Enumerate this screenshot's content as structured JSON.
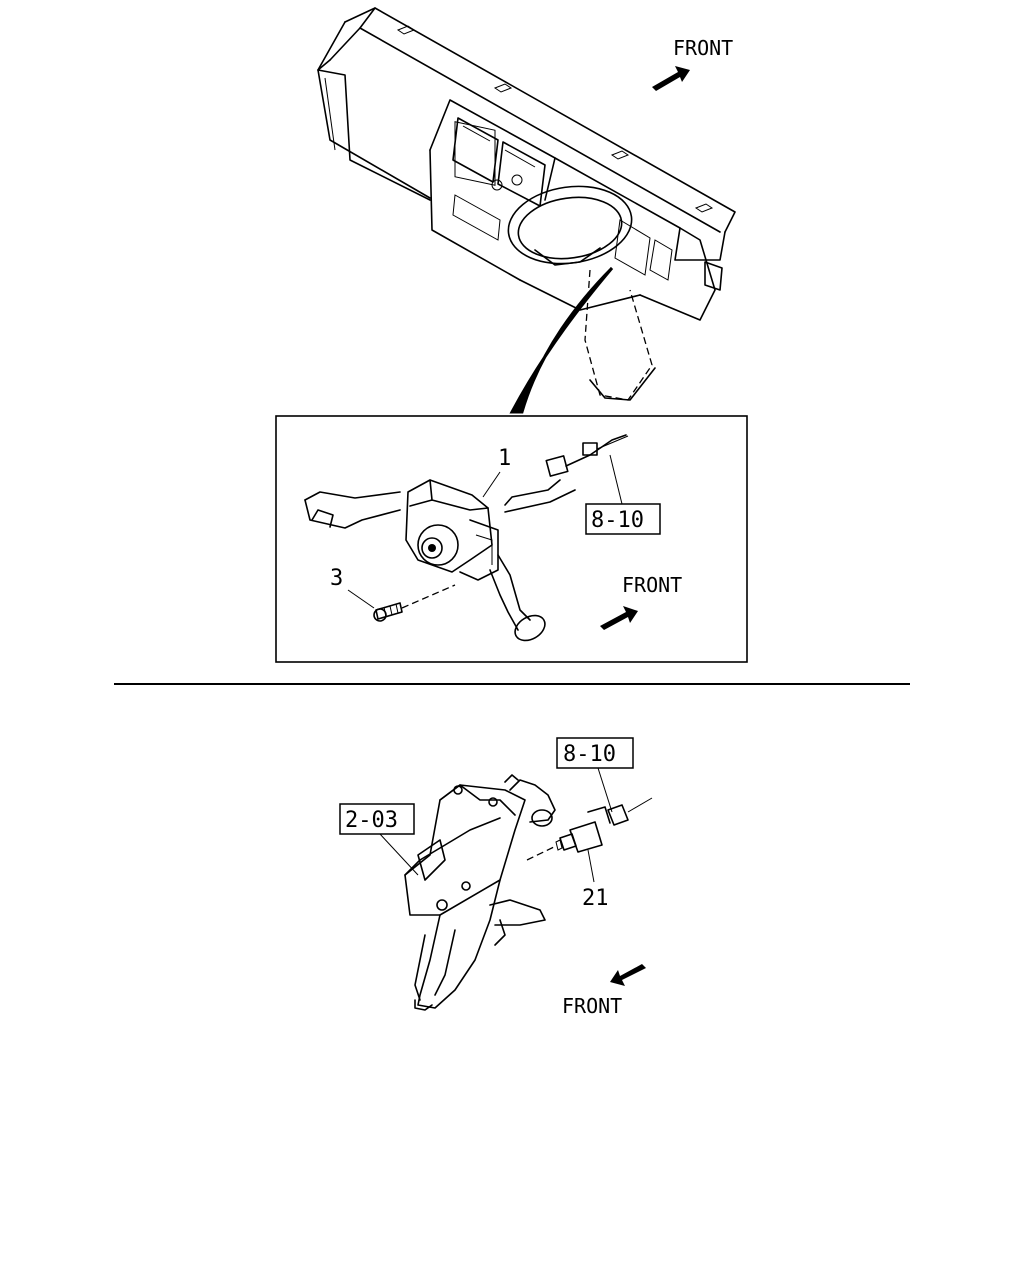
{
  "upper_view": {
    "front_label": "FRONT"
  },
  "inset_view": {
    "front_label": "FRONT",
    "part_switch": "1",
    "part_screw": "3",
    "ref_connector": "8-10"
  },
  "lower_view": {
    "front_label": "FRONT",
    "part_stop_lamp_switch": "21",
    "ref_connector": "8-10",
    "ref_pedal": "2-03"
  }
}
